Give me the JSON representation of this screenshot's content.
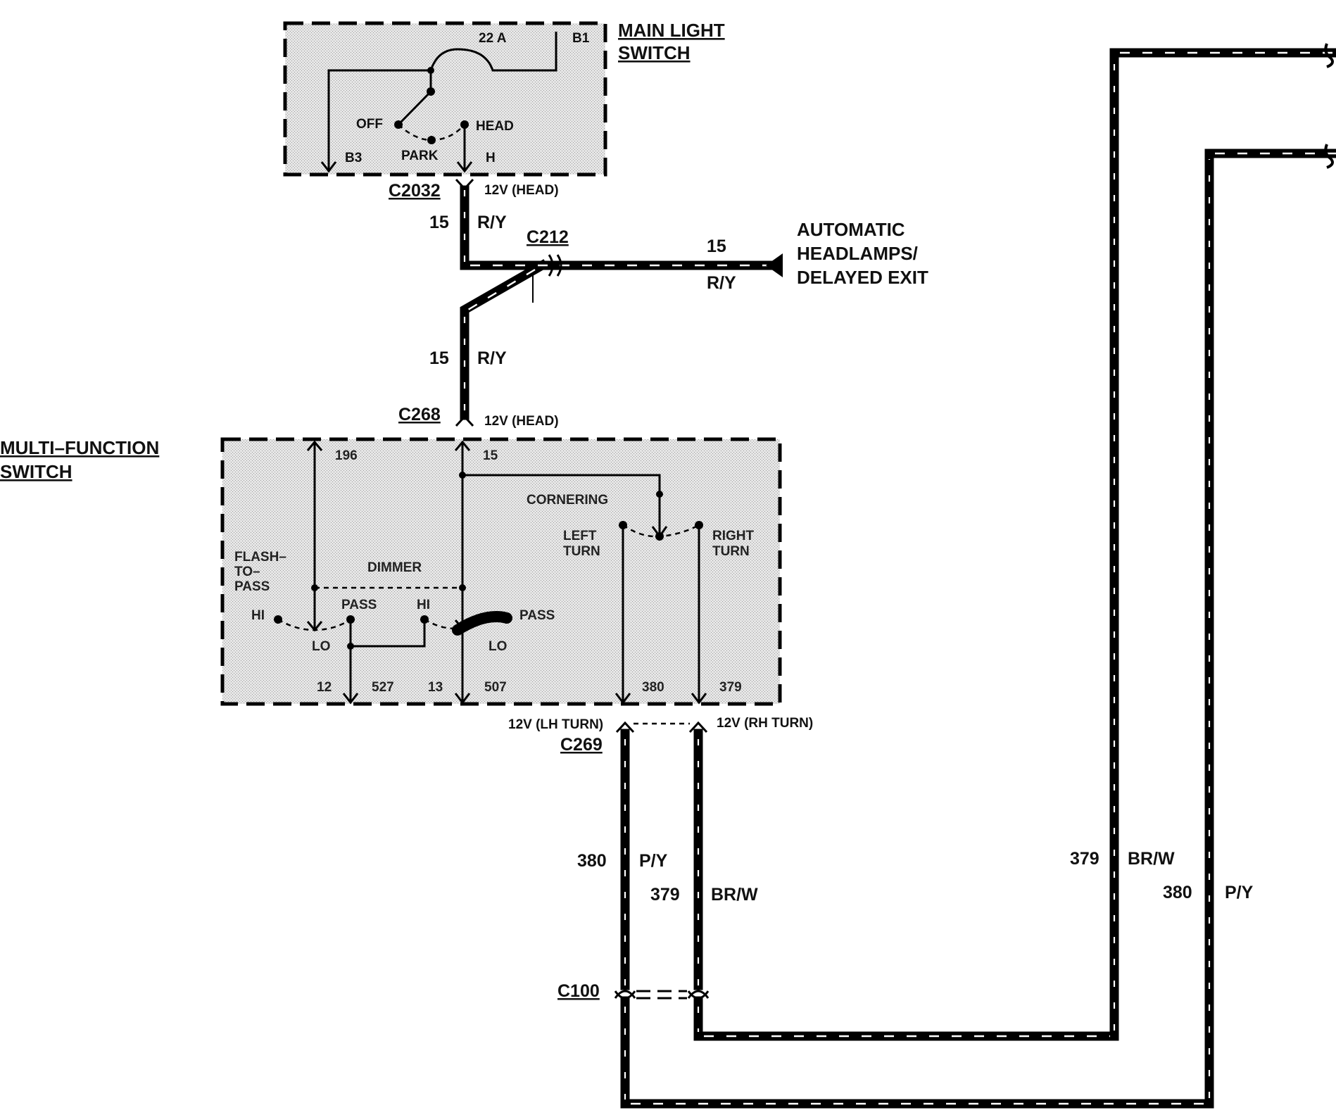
{
  "main_light_switch": {
    "title_line1": "MAIN LIGHT",
    "title_line2": "SWITCH",
    "fuse": "22 A",
    "b1": "B1",
    "b3": "B3",
    "off": "OFF",
    "park": "PARK",
    "head": "HEAD",
    "h": "H"
  },
  "connectors": {
    "c2032": "C2032",
    "c2032_voltage": "12V (HEAD)",
    "c212": "C212",
    "c268": "C268",
    "c268_voltage": "12V (HEAD)",
    "c269": "C269",
    "c269_left_voltage": "12V (LH TURN)",
    "c269_right_voltage": "12V (RH TURN)",
    "c100": "C100"
  },
  "wires": {
    "w15_circuit": "15",
    "w15_color": "R/Y",
    "w380_circuit": "380",
    "w380_color": "P/Y",
    "w379_circuit": "379",
    "w379_color": "BR/W"
  },
  "automatic_headlamps": {
    "line1": "AUTOMATIC",
    "line2": "HEADLAMPS/",
    "line3": "DELAYED EXIT"
  },
  "multi_function_switch": {
    "title_line1": "MULTI–FUNCTION",
    "title_line2": "SWITCH",
    "pin_196": "196",
    "pin_15": "15",
    "cornering": "CORNERING",
    "left_turn_1": "LEFT",
    "left_turn_2": "TURN",
    "right_turn_1": "RIGHT",
    "right_turn_2": "TURN",
    "flash_1": "FLASH–",
    "flash_2": "TO–",
    "flash_3": "PASS",
    "dimmer": "DIMMER",
    "hi_left": "HI",
    "pass_left": "PASS",
    "hi_mid": "HI",
    "pass_right": "PASS",
    "lo_left": "LO",
    "lo_right": "LO",
    "pin_12": "12",
    "pin_527": "527",
    "pin_13": "13",
    "pin_507": "507",
    "pin_380": "380",
    "pin_379": "379"
  }
}
